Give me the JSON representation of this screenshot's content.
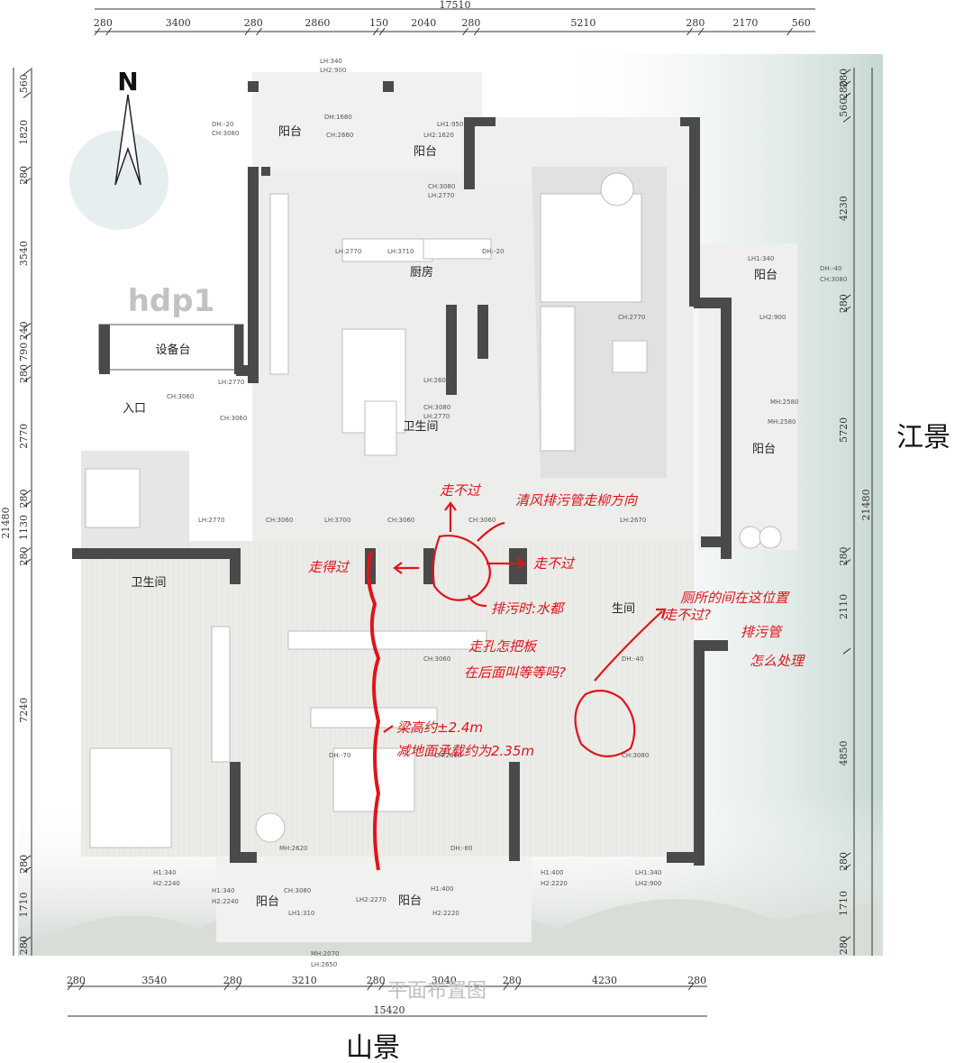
{
  "title": "平面布置图",
  "compass": {
    "label": "N"
  },
  "logo_text": "hdp1",
  "views": {
    "right": "江景",
    "bottom": "山景"
  },
  "dims": {
    "top_total": "17510",
    "top": [
      "280",
      "3400",
      "280",
      "2860",
      "150",
      "2040",
      "280",
      "5210",
      "280",
      "2170",
      "560"
    ],
    "bottom_total": "15420",
    "bottom": [
      "280",
      "3540",
      "280",
      "3210",
      "280",
      "3040",
      "280",
      "4230",
      "280"
    ],
    "left_total": "21480",
    "left": [
      "560",
      "1820",
      "280",
      "3540",
      "240",
      "790",
      "280",
      "2770",
      "280",
      "1130",
      "280",
      "7240",
      "280",
      "1710",
      "280"
    ],
    "right_total": "21480",
    "right": [
      "280",
      "280",
      "560",
      "4230",
      "280",
      "5720",
      "280",
      "2110",
      "4850",
      "280",
      "1710",
      "280"
    ]
  },
  "rooms": [
    {
      "key": "balcony_nw1",
      "text": "阳台"
    },
    {
      "key": "balcony_nw2",
      "text": "阳台"
    },
    {
      "key": "kitchen",
      "text": "厨房"
    },
    {
      "key": "equip",
      "text": "设备台"
    },
    {
      "key": "entry",
      "text": "入口"
    },
    {
      "key": "bath_center",
      "text": "卫生间"
    },
    {
      "key": "balcony_e1",
      "text": "阳台"
    },
    {
      "key": "balcony_e2",
      "text": "阳台"
    },
    {
      "key": "bath_west",
      "text": "卫生间"
    },
    {
      "key": "bath_east",
      "text": "生间"
    },
    {
      "key": "balcony_s1",
      "text": "阳台"
    },
    {
      "key": "balcony_s2",
      "text": "阳台"
    }
  ],
  "small_labels": [
    "LH:340",
    "LH2:900",
    "DH:-20",
    "CH:3080",
    "DH:1680",
    "CH:2660",
    "LH1:950",
    "LH2:1620",
    "CH:3080",
    "LH:2770",
    "LH:2770",
    "LH:3710",
    "DH:-20",
    "CH:2770",
    "LH:2600",
    "CH:3080",
    "LH:2770",
    "LH:2770",
    "CH:3060",
    "LH:2770",
    "CH:3060",
    "LH:3700",
    "CH:3060",
    "CH:3060",
    "LH:2670",
    "CH:3060",
    "DH:-70",
    "CH:2660",
    "DH:-40",
    "CH:3080",
    "LH1:340",
    "LH2:900",
    "MH:2580",
    "MH:2580",
    "DH:-40",
    "CH:3080",
    "MH:2620",
    "DH:-80",
    "CH:3080",
    "LH1:310",
    "LH2:2270",
    "H1:400",
    "H2:2220",
    "H1:340",
    "H2:2240",
    "H1:340",
    "H2:2240",
    "H1:400",
    "H2:2220",
    "LH1:340",
    "LH2:900",
    "MH:2070",
    "LH:2650",
    "CH:3060"
  ],
  "annotations": [
    {
      "key": "a1",
      "text": "走不过"
    },
    {
      "key": "a2",
      "text": "清风排污管走柳方向"
    },
    {
      "key": "a3",
      "text": "走得过"
    },
    {
      "key": "a4",
      "text": "走不过"
    },
    {
      "key": "a5",
      "text": "排污时:水都"
    },
    {
      "key": "a6",
      "text": "走不过?"
    },
    {
      "key": "a7",
      "text": "走孔怎把板"
    },
    {
      "key": "a8",
      "text": "在后面叫等等吗?"
    },
    {
      "key": "a9",
      "text": "厕所的间在这位置"
    },
    {
      "key": "a10",
      "text": "排污管"
    },
    {
      "key": "a11",
      "text": "怎么处理"
    },
    {
      "key": "a12",
      "text": "梁高约±2.4m"
    },
    {
      "key": "a13",
      "text": "减地面承载约为2.35m"
    }
  ],
  "colors": {
    "wall": "#4a4a4a",
    "annotation": "#e0141a",
    "water": "#c9dad6",
    "floor": "#ececea"
  }
}
